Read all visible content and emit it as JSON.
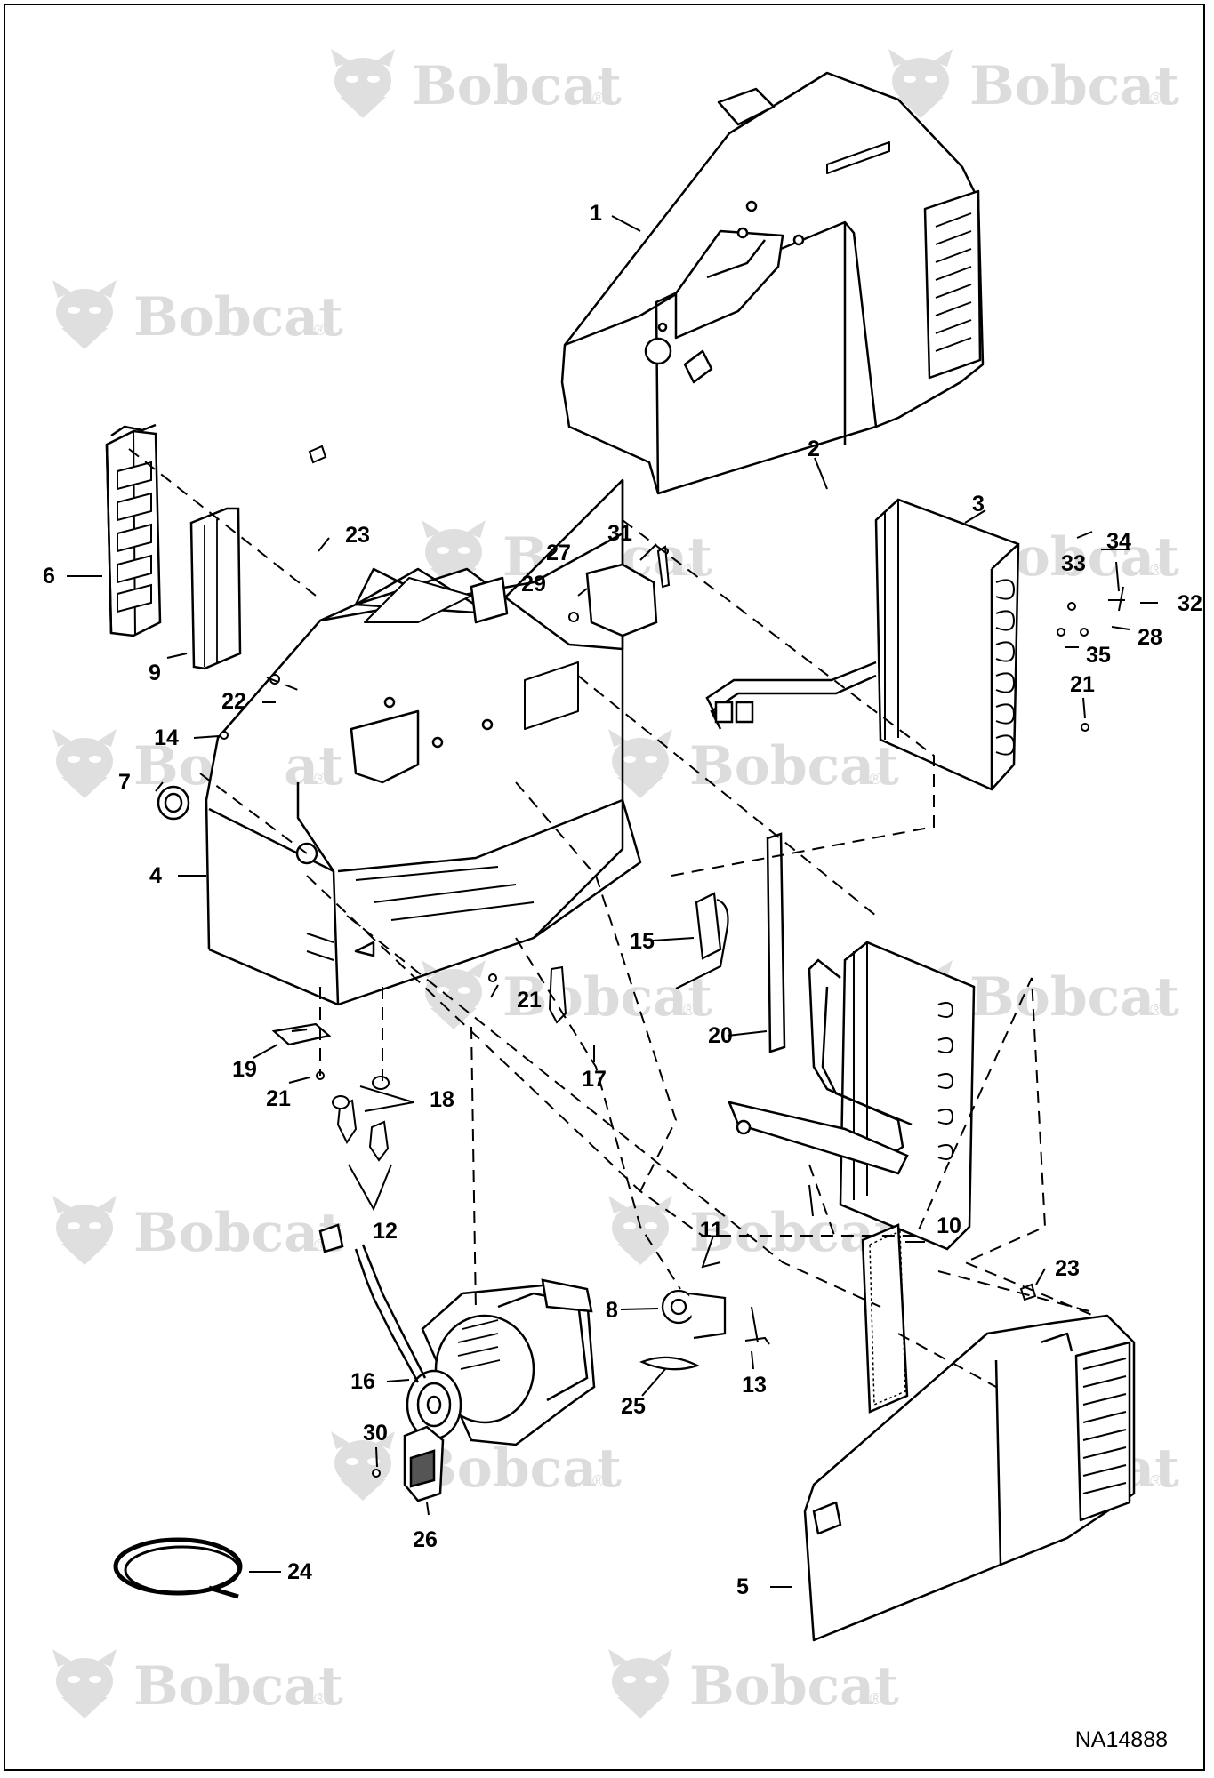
{
  "watermark": {
    "text": "Bobcat",
    "mark": "®"
  },
  "callouts": [
    "1",
    "2",
    "3",
    "4",
    "5",
    "6",
    "7",
    "8",
    "9",
    "10",
    "11",
    "12",
    "13",
    "14",
    "15",
    "16",
    "17",
    "18",
    "19",
    "20",
    "21",
    "22",
    "23",
    "24",
    "25",
    "26",
    "27",
    "28",
    "29",
    "30",
    "31",
    "32",
    "33",
    "34",
    "35"
  ],
  "drawing_number": "NA14888"
}
